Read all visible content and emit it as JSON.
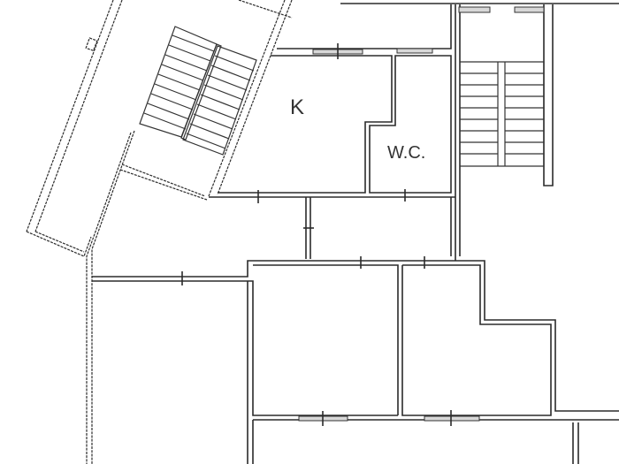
{
  "plan": {
    "rooms": [
      {
        "id": "kitchen",
        "label": "K"
      },
      {
        "id": "toilet",
        "label": "W.C."
      }
    ],
    "colors": {
      "line": "#2b2b2b",
      "background": "#ffffff",
      "window_fill": "#d8d8d8"
    }
  }
}
